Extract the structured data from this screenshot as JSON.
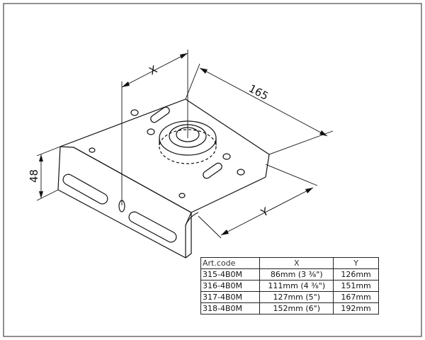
{
  "drawing": {
    "dimensions": {
      "x": "X",
      "length": "165",
      "y": "Y",
      "height": "48"
    }
  },
  "table": {
    "headers": [
      "Art.code",
      "X",
      "Y"
    ],
    "rows": [
      [
        "315-4B0M",
        "86mm  (3 ⅜\")",
        "126mm"
      ],
      [
        "316-4B0M",
        "111mm  (4 ⅜\")",
        "151mm"
      ],
      [
        "317-4B0M",
        "127mm    (5\")",
        "167mm"
      ],
      [
        "318-4B0M",
        "152mm    (6\")",
        "192mm"
      ]
    ]
  }
}
